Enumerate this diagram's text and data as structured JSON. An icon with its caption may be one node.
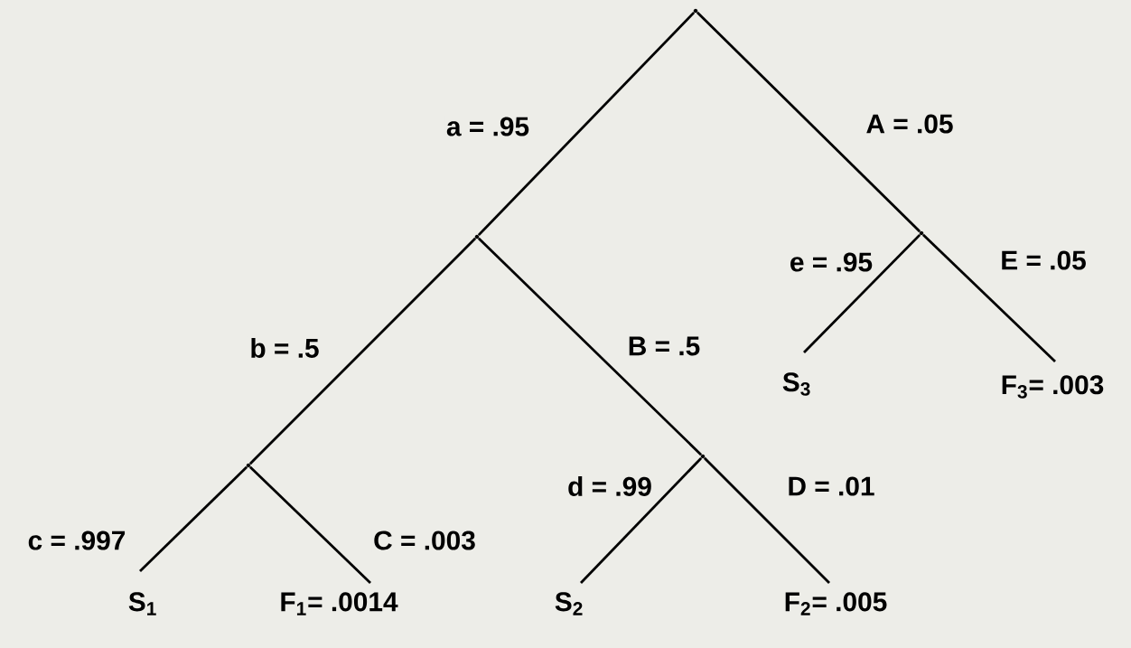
{
  "diagram": {
    "nodes": [
      {
        "text": [],
        "shape": "point"
      },
      {
        "text": [],
        "shape": "point"
      },
      {
        "text": [],
        "shape": "point"
      },
      {
        "text": [],
        "shape": "point"
      },
      {
        "text": [],
        "shape": "point"
      },
      {
        "text": [
          "S$_{1}$"
        ]
      },
      {
        "text": [
          "F$_{1}$= .0014"
        ]
      },
      {
        "text": [
          "S$_{2}$"
        ]
      },
      {
        "text": [
          "F$_{2}$= .005"
        ]
      },
      {
        "text": [
          "S$_{3}$"
        ]
      },
      {
        "text": [
          "F$_{3}$= .003"
        ]
      }
    ],
    "edges": [
      {
        "from": 0,
        "to": 1,
        "arrow": "none",
        "label": "a = .95"
      },
      {
        "from": 0,
        "to": 2,
        "arrow": "none",
        "label": "A = .05"
      },
      {
        "from": 2,
        "to": 9,
        "arrow": "none",
        "label": "e = .95"
      },
      {
        "from": 2,
        "to": 10,
        "arrow": "none",
        "label": "E = .05"
      },
      {
        "from": 1,
        "to": 3,
        "arrow": "none",
        "label": "b = .5"
      },
      {
        "from": 1,
        "to": 4,
        "arrow": "none",
        "label": "B = .5"
      },
      {
        "from": 4,
        "to": 7,
        "arrow": "none",
        "label": "d = .99"
      },
      {
        "from": 4,
        "to": 8,
        "arrow": "none",
        "label": "D = .01"
      },
      {
        "from": 3,
        "to": 5,
        "arrow": "none",
        "label": "c = .997"
      },
      {
        "from": 3,
        "to": 6,
        "arrow": "none",
        "label": "C = .003"
      }
    ]
  }
}
